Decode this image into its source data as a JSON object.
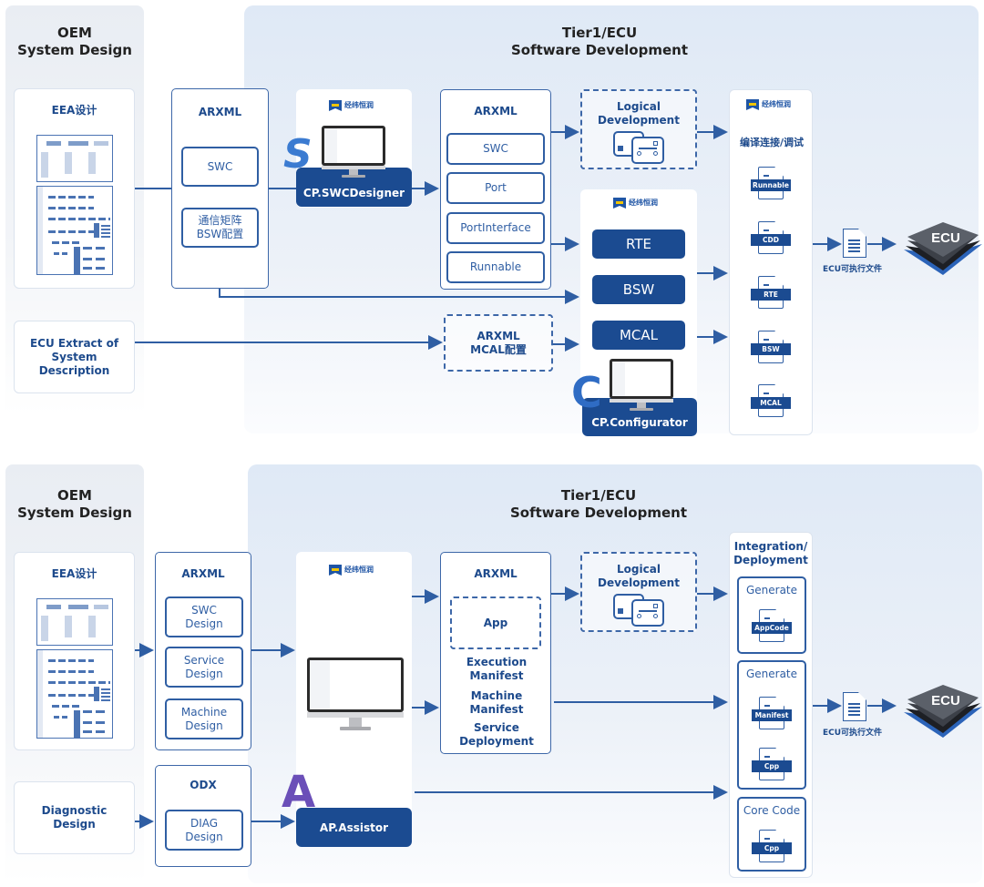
{
  "colors": {
    "primary": "#1b4b91",
    "line": "#2f5ea3",
    "oem_panel": "#e9edf3",
    "tier_panel": "#dfe9f6"
  },
  "cp": {
    "oem_title": [
      "OEM",
      "System Design"
    ],
    "tier_title": [
      "Tier1/ECU",
      "Software Development"
    ],
    "eea": {
      "title": "EEA设计",
      "icon": "eea-architecture-diagram"
    },
    "ecu_extract": [
      "ECU Extract of",
      "System Description"
    ],
    "arxml_left": {
      "title": "ARXML",
      "items": [
        "SWC",
        "通信矩阵\nBSW配置"
      ]
    },
    "swc_designer": {
      "brand": "经纬恒润",
      "label": "CP.SWCDesigner",
      "logo_letter": "S"
    },
    "arxml_mid": {
      "title": "ARXML",
      "items": [
        "SWC",
        "Port",
        "PortInterface",
        "Runnable"
      ]
    },
    "logical": {
      "title": [
        "Logical",
        "Development"
      ],
      "icon": "logic-flow-icon"
    },
    "configurator": {
      "brand": "经纬恒润",
      "modules": [
        "RTE",
        "BSW",
        "MCAL"
      ],
      "label": "CP.Configurator",
      "logo_letter": "C"
    },
    "arxml_mcal": [
      "ARXML",
      "MCAL配置"
    ],
    "build": {
      "brand": "经纬恒润",
      "title": "编译连接/调试",
      "files": [
        "Runnable",
        "CDD",
        "RTE",
        "BSW",
        "MCAL"
      ]
    },
    "exe_label": "ECU可执行文件",
    "ecu_chip": "ECU"
  },
  "ap": {
    "oem_title": [
      "OEM",
      "System Design"
    ],
    "tier_title": [
      "Tier1/ECU",
      "Software Development"
    ],
    "eea": {
      "title": "EEA设计",
      "icon": "eea-architecture-diagram"
    },
    "diagnostic": [
      "Diagnostic",
      "Design"
    ],
    "arxml_left": {
      "title": "ARXML",
      "items": [
        "SWC\nDesign",
        "Service\nDesign",
        "Machine\nDesign"
      ]
    },
    "odx": {
      "title": "ODX",
      "items": [
        "DIAG\nDesign"
      ]
    },
    "assistor": {
      "brand": "经纬恒润",
      "label": "AP.Assistor",
      "logo_letter": "A"
    },
    "arxml_mid": {
      "title": "ARXML",
      "app": "App",
      "manifests": [
        "Execution\nManifest",
        "Machine\nManifest",
        "Service\nDeployment"
      ]
    },
    "logical": {
      "title": [
        "Logical",
        "Development"
      ],
      "icon": "logic-flow-icon"
    },
    "integration": {
      "title": [
        "Integration/",
        "Deployment"
      ],
      "groups": [
        {
          "title": "Generate",
          "files": [
            "AppCode"
          ]
        },
        {
          "title": "Generate",
          "files": [
            "Manifest",
            "Cpp"
          ]
        },
        {
          "title": "Core Code",
          "files": [
            "Cpp"
          ]
        }
      ]
    },
    "exe_label": "ECU可执行文件",
    "ecu_chip": "ECU"
  }
}
